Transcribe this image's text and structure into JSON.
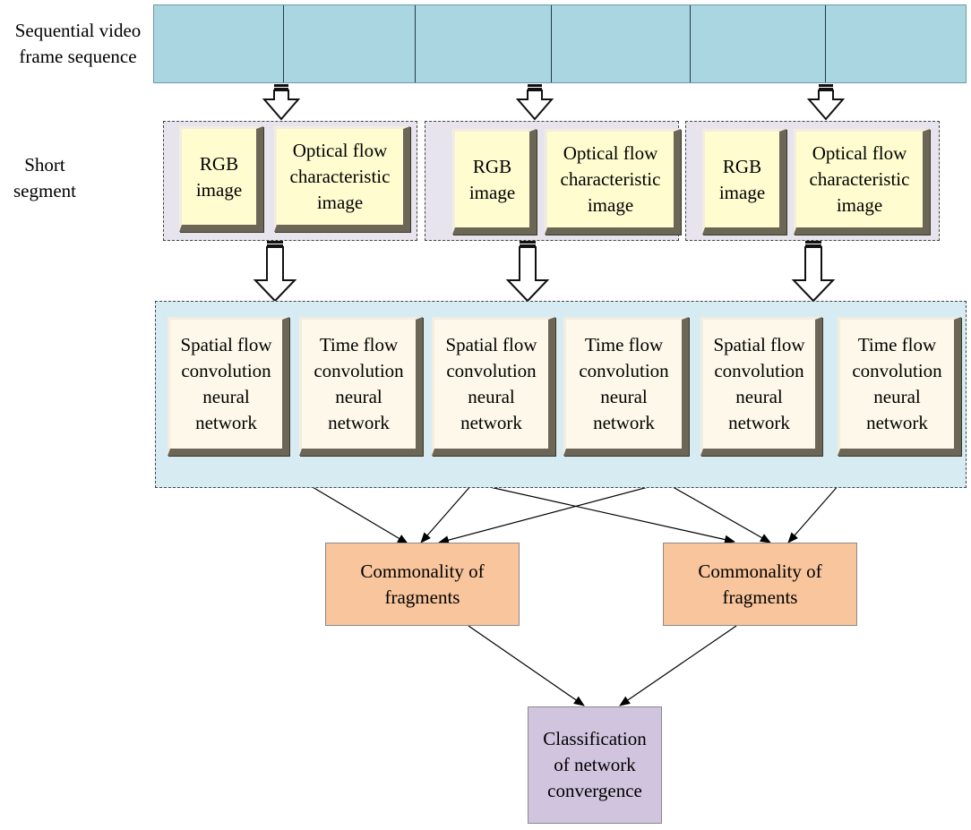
{
  "labels": {
    "sequence": "Sequential video\nframe sequence",
    "segment": "Short\nsegment"
  },
  "segments": [
    {
      "rgb": "RGB\nimage",
      "flow": "Optical flow\ncharacteristic\nimage"
    },
    {
      "rgb": "RGB\nimage",
      "flow": "Optical flow\ncharacteristic\nimage"
    },
    {
      "rgb": "RGB\nimage",
      "flow": "Optical flow\ncharacteristic\nimage"
    }
  ],
  "networks": [
    "Spatial flow\nconvolution\nneural\nnetwork",
    "Time flow\nconvolution\nneural\nnetwork",
    "Spatial flow\nconvolution\nneural\nnetwork",
    "Time flow\nconvolution\nneural\nnetwork",
    "Spatial flow\nconvolution\nneural\nnetwork",
    "Time flow\nconvolution\nneural\nnetwork"
  ],
  "commonality": [
    "Commonality of\nfragments",
    "Commonality of\nfragments"
  ],
  "classification": "Classification\nof network\nconvergence",
  "colors": {
    "frame_fill": "#a9d6e0",
    "segment_group_fill": "#e8e4ee",
    "network_group_fill": "#d7ecf2",
    "image_box_fill": "#fffdd0",
    "network_box_fill": "#fdf8e9",
    "commonality_fill": "#f8c59c",
    "classification_fill": "#d1c4de"
  }
}
